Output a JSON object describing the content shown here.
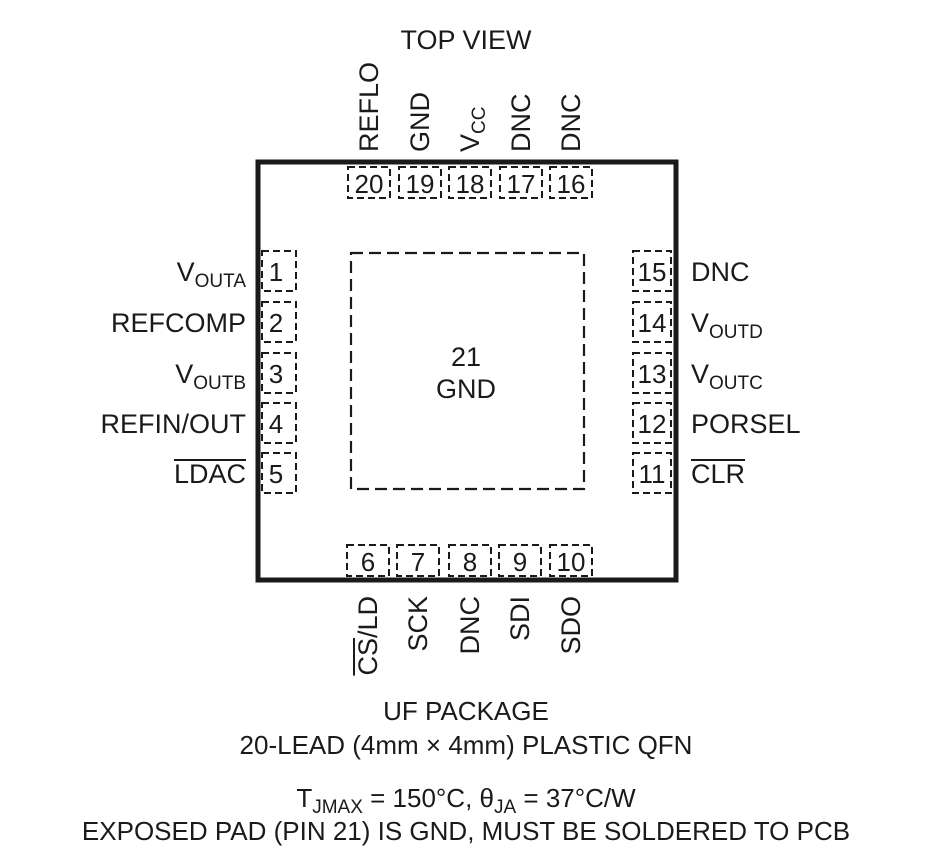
{
  "view_title": "TOP VIEW",
  "pins": {
    "top": [
      {
        "num": "20",
        "name": "REFLO"
      },
      {
        "num": "19",
        "name": "GND"
      },
      {
        "num": "18",
        "name": "V",
        "sub": "CC"
      },
      {
        "num": "17",
        "name": "DNC"
      },
      {
        "num": "16",
        "name": "DNC"
      }
    ],
    "left": [
      {
        "num": "1",
        "name": "V",
        "sub": "OUTA"
      },
      {
        "num": "2",
        "name": "REFCOMP"
      },
      {
        "num": "3",
        "name": "V",
        "sub": "OUTB"
      },
      {
        "num": "4",
        "name": "REFIN/OUT"
      },
      {
        "num": "5",
        "name": "LDAC",
        "overbar": "LDAC"
      }
    ],
    "right": [
      {
        "num": "15",
        "name": "DNC"
      },
      {
        "num": "14",
        "name": "V",
        "sub": "OUTD"
      },
      {
        "num": "13",
        "name": "V",
        "sub": "OUTC"
      },
      {
        "num": "12",
        "name": "PORSEL"
      },
      {
        "num": "11",
        "name": "CLR",
        "overbar": "CLR"
      }
    ],
    "bottom": [
      {
        "num": "6",
        "name": "/LD",
        "overbar": "CS"
      },
      {
        "num": "7",
        "name": "SCK"
      },
      {
        "num": "8",
        "name": "DNC"
      },
      {
        "num": "9",
        "name": "SDI"
      },
      {
        "num": "10",
        "name": "SDO"
      }
    ]
  },
  "exposed_pad": {
    "num": "21",
    "name": "GND"
  },
  "caption": {
    "package": "UF PACKAGE",
    "lead": "20-LEAD (4mm × 4mm) PLASTIC QFN",
    "thermal": {
      "t": "T",
      "t_sub": "JMAX",
      "t_rest": " = 150°C, ",
      "theta": "θ",
      "theta_sub": "JA",
      "theta_rest": " = 37°C/W"
    },
    "note": "EXPOSED PAD (PIN 21) IS GND, MUST BE SOLDERED TO PCB"
  }
}
